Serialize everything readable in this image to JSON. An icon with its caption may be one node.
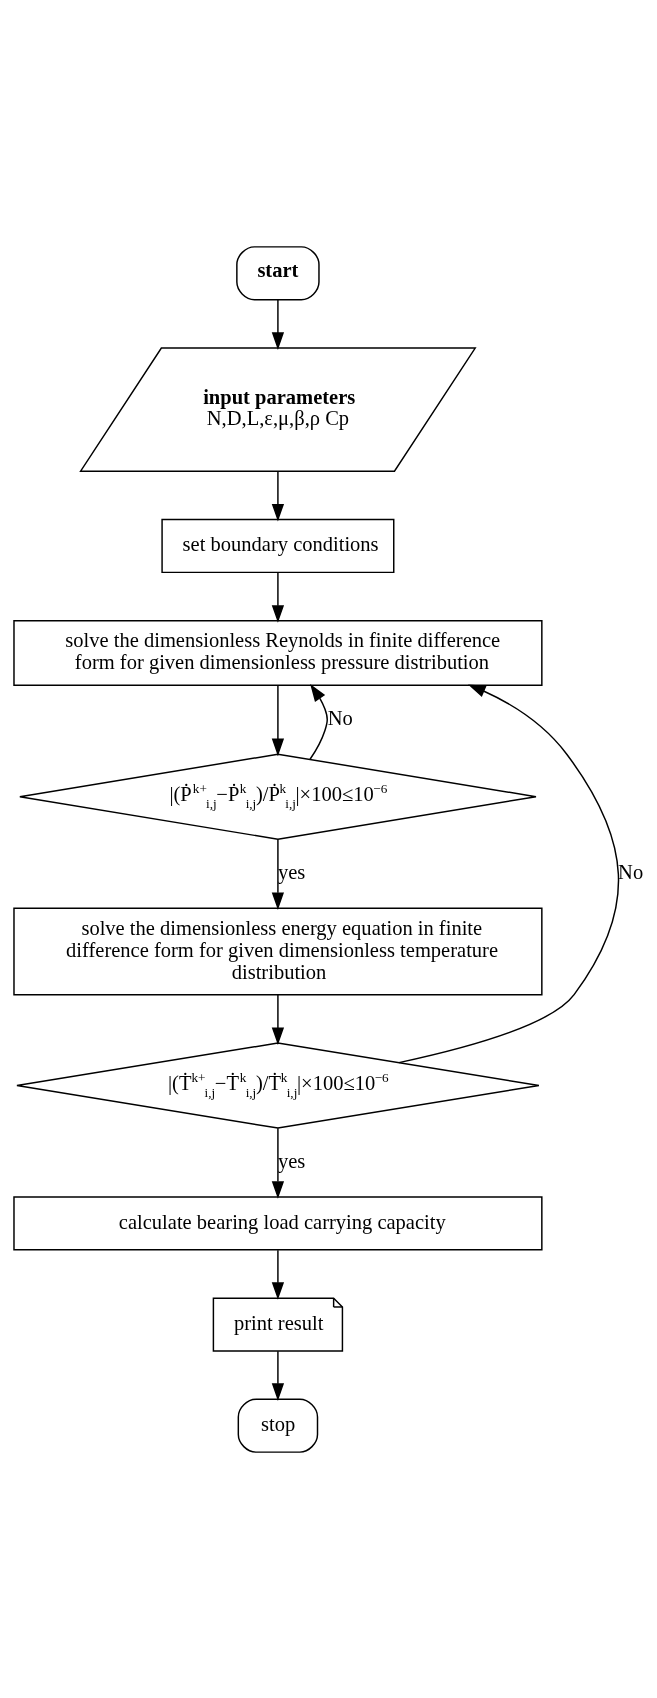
{
  "diagram": {
    "nodes": [
      {
        "text": [
          "start"
        ]
      },
      {
        "text": [
          "input parameters",
          "N,D,L,ε,μ,β,ρ Cp"
        ]
      },
      {
        "text": [
          "set boundary conditions"
        ]
      },
      {
        "text": [
          "solve the dimensionless Reynolds in finite difference form for given dimensionless pressure distribution"
        ]
      },
      {
        "text": [
          "|(Ṗ$^{k+}$$_{i,j}$−Ṗ$^{k}$$_{i,j}$)/Ṗ$^{k}$$_{i,j}$|×100≤10$^{−6}$"
        ]
      },
      {
        "text": [
          "solve the dimensionless energy equation in finite difference form for given dimensionless temperature distribution"
        ]
      },
      {
        "text": [
          "|(Ṫ$^{k+}$$_{i,j}$−Ṫ$^{k}$$_{i,j}$)/Ṫ$^{k}$$_{i,j}$|×100≤10$^{−6}$"
        ]
      },
      {
        "text": [
          "calculate bearing load carrying capacity"
        ]
      },
      {
        "text": [
          "print result"
        ]
      },
      {
        "text": [
          "stop"
        ]
      }
    ],
    "edges": [
      {
        "from": 0,
        "to": 1,
        "arrow": "to"
      },
      {
        "from": 1,
        "to": 2,
        "arrow": "to"
      },
      {
        "from": 2,
        "to": 3,
        "arrow": "to"
      },
      {
        "from": 3,
        "to": 4,
        "arrow": "to"
      },
      {
        "from": 4,
        "to": 3,
        "arrow": "to",
        "label": "No"
      },
      {
        "from": 4,
        "to": 5,
        "arrow": "to",
        "label": "yes"
      },
      {
        "from": 5,
        "to": 6,
        "arrow": "to"
      },
      {
        "from": 6,
        "to": 3,
        "arrow": "to",
        "label": "No"
      },
      {
        "from": 6,
        "to": 7,
        "arrow": "to",
        "label": "yes"
      },
      {
        "from": 7,
        "to": 8,
        "arrow": "to"
      },
      {
        "from": 8,
        "to": 9,
        "arrow": "to"
      }
    ]
  }
}
